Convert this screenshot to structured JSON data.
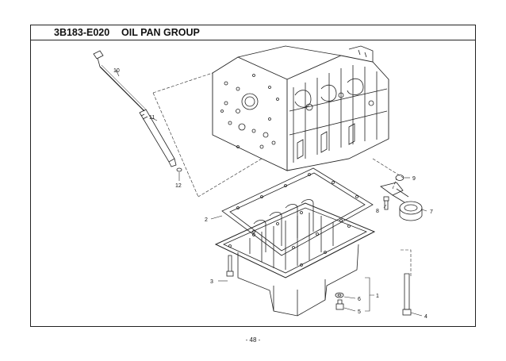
{
  "header": {
    "code": "3B183-E020",
    "title": "OIL PAN GROUP"
  },
  "callouts": {
    "c1": "1",
    "c2": "2",
    "c3": "3",
    "c4": "4",
    "c5": "5",
    "c6": "6",
    "c7": "7",
    "c8": "8",
    "c9": "9",
    "c10": "10",
    "c11": "11",
    "c12": "12"
  },
  "footer": {
    "page_number": "- 48 -"
  }
}
